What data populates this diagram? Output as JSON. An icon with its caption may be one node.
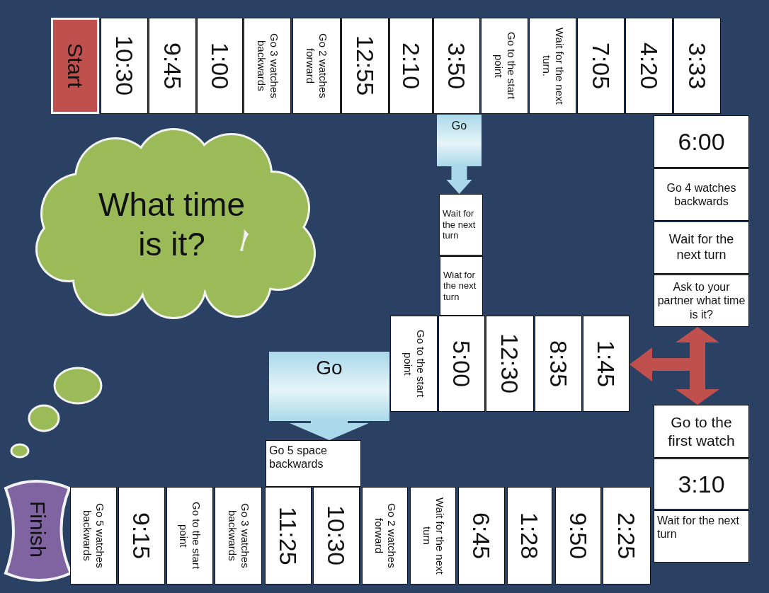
{
  "diagram": {
    "nodes": [
      {
        "text": [
          "Start"
        ]
      },
      {
        "text": [
          "10:30"
        ]
      },
      {
        "text": [
          "9:45"
        ]
      },
      {
        "text": [
          "1:00"
        ]
      },
      {
        "text": [
          "Go 3 watches backwards"
        ]
      },
      {
        "text": [
          "Go 2 watches forward"
        ]
      },
      {
        "text": [
          "12:55"
        ]
      },
      {
        "text": [
          "2:10"
        ]
      },
      {
        "text": [
          "3:50"
        ]
      },
      {
        "text": [
          "Go to the start point"
        ]
      },
      {
        "text": [
          "Wait for the next turn."
        ]
      },
      {
        "text": [
          "7:05"
        ]
      },
      {
        "text": [
          "4:20"
        ]
      },
      {
        "text": [
          "3:33"
        ]
      },
      {
        "text": [
          "Go"
        ]
      },
      {
        "text": [
          "6:00"
        ]
      },
      {
        "text": [
          "Go 4 watches backwards"
        ]
      },
      {
        "text": [
          "Wait for the next turn"
        ]
      },
      {
        "text": [
          "What time is it?"
        ]
      },
      {
        "text": [
          "Wait for the next turn"
        ]
      },
      {
        "text": [
          "Wiat for the next turn"
        ]
      },
      {
        "text": [
          "Ask to your partner what time is it?"
        ]
      },
      {
        "text": [
          "Go to the start point"
        ]
      },
      {
        "text": [
          "5:00"
        ]
      },
      {
        "text": [
          "12:30"
        ]
      },
      {
        "text": [
          "8:35"
        ]
      },
      {
        "text": [
          "1:45"
        ]
      },
      {
        "text": [
          "Go"
        ]
      },
      {
        "text": [
          "Go to the first watch"
        ]
      },
      {
        "text": [
          "Go 5 space backwards"
        ]
      },
      {
        "text": [
          "3:10"
        ]
      },
      {
        "text": [
          "Wait for the next turn"
        ]
      },
      {
        "text": [
          "Finish"
        ]
      },
      {
        "text": [
          "Go 5 watches backwards"
        ]
      },
      {
        "text": [
          "9:15"
        ]
      },
      {
        "text": [
          "Go to the start point"
        ]
      },
      {
        "text": [
          "Go 3 watches backwards"
        ]
      },
      {
        "text": [
          "11:25"
        ]
      },
      {
        "text": [
          "10:30"
        ]
      },
      {
        "text": [
          "Go 2 watches forward"
        ]
      },
      {
        "text": [
          "Wait for the next turn"
        ]
      },
      {
        "text": [
          "6:45"
        ]
      },
      {
        "text": [
          "1:28"
        ]
      },
      {
        "text": [
          "9:50"
        ]
      },
      {
        "text": [
          "2:25"
        ]
      }
    ],
    "edges": [
      {
        "from": 14,
        "to": 19,
        "arrow": "to",
        "color": "#a9d9ea"
      },
      {
        "from": 27,
        "to": 29,
        "arrow": "to",
        "style": "thick",
        "color": "#a9d9ea"
      },
      {
        "from": null,
        "to": 26,
        "arrow": "to",
        "color": "#c0504d"
      },
      {
        "from": null,
        "to": 21,
        "arrow": "to",
        "color": "#c0504d"
      },
      {
        "from": null,
        "to": 28,
        "arrow": "to",
        "color": "#c0504d"
      }
    ]
  }
}
